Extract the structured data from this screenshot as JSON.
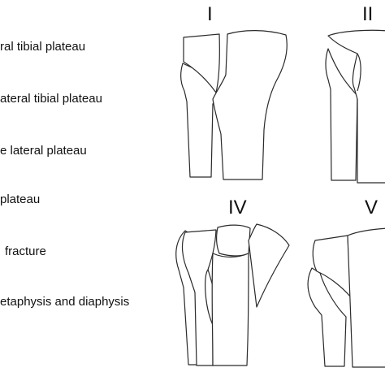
{
  "legend": [
    "ral tibial plateau",
    "ateral tibial plateau",
    "e lateral plateau",
    "plateau",
    "fracture",
    "etaphysis and diaphysis"
  ],
  "types": [
    {
      "numeral": "I"
    },
    {
      "numeral": "II"
    },
    {
      "numeral": "IV"
    },
    {
      "numeral": "V"
    }
  ],
  "colors": {
    "outline": "#2a2a2a",
    "text": "#111111",
    "fill": "#ffffff"
  }
}
